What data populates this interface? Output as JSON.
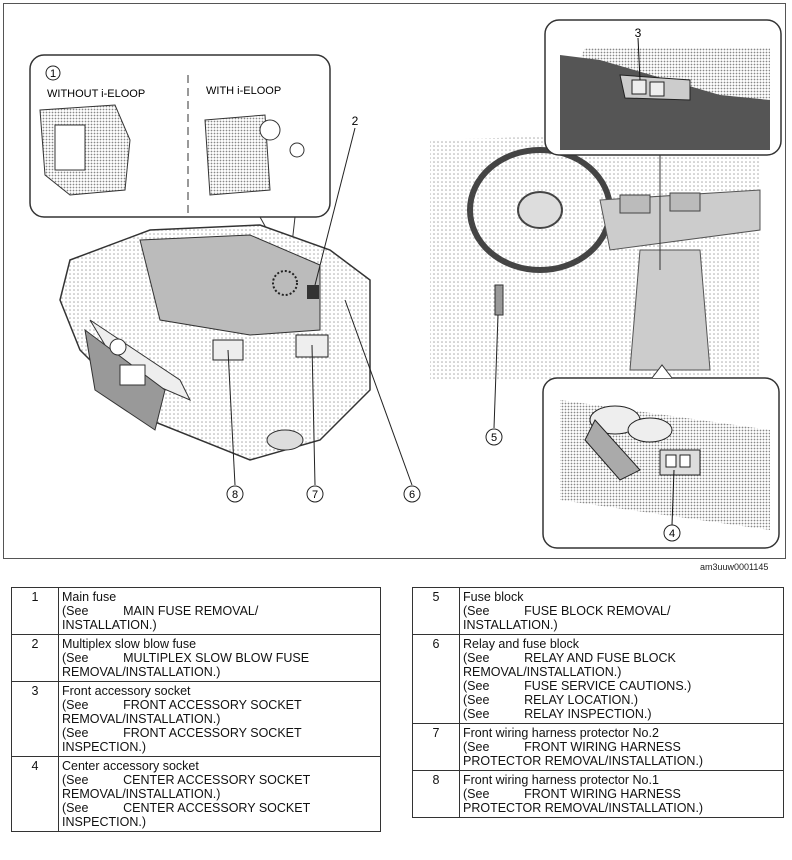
{
  "figure": {
    "callout1_label": "1",
    "without_label": "WITHOUT i-ELOOP",
    "with_label": "WITH i-ELOOP",
    "callouts": [
      "1",
      "2",
      "3",
      "4",
      "5",
      "6",
      "7",
      "8"
    ],
    "figure_code": "am3uuw0001145"
  },
  "legend_left": [
    {
      "num": "1",
      "title": "Main fuse",
      "lines": [
        "(See          MAIN FUSE REMOVAL/",
        "INSTALLATION.)"
      ]
    },
    {
      "num": "2",
      "title": "Multiplex slow blow fuse",
      "lines": [
        "(See          MULTIPLEX SLOW BLOW FUSE",
        "REMOVAL/INSTALLATION.)"
      ]
    },
    {
      "num": "3",
      "title": "Front accessory socket",
      "lines": [
        "(See          FRONT ACCESSORY SOCKET",
        "REMOVAL/INSTALLATION.)",
        "(See          FRONT ACCESSORY SOCKET",
        "INSPECTION.)"
      ]
    },
    {
      "num": "4",
      "title": "Center accessory socket",
      "lines": [
        "(See          CENTER ACCESSORY SOCKET",
        "REMOVAL/INSTALLATION.)",
        "(See          CENTER ACCESSORY SOCKET",
        "INSPECTION.)"
      ]
    }
  ],
  "legend_right": [
    {
      "num": "5",
      "title": "Fuse block",
      "lines": [
        "(See          FUSE BLOCK REMOVAL/",
        "INSTALLATION.)"
      ]
    },
    {
      "num": "6",
      "title": "Relay and fuse block",
      "lines": [
        "(See          RELAY AND FUSE BLOCK",
        "REMOVAL/INSTALLATION.)",
        "(See          FUSE SERVICE CAUTIONS.)",
        "(See          RELAY LOCATION.)",
        "(See          RELAY INSPECTION.)"
      ]
    },
    {
      "num": "7",
      "title": "Front wiring harness protector No.2",
      "lines": [
        "(See          FRONT WIRING HARNESS",
        "PROTECTOR REMOVAL/INSTALLATION.)"
      ]
    },
    {
      "num": "8",
      "title": "Front wiring harness protector No.1",
      "lines": [
        "(See          FRONT WIRING HARNESS",
        "PROTECTOR REMOVAL/INSTALLATION.)"
      ]
    }
  ]
}
